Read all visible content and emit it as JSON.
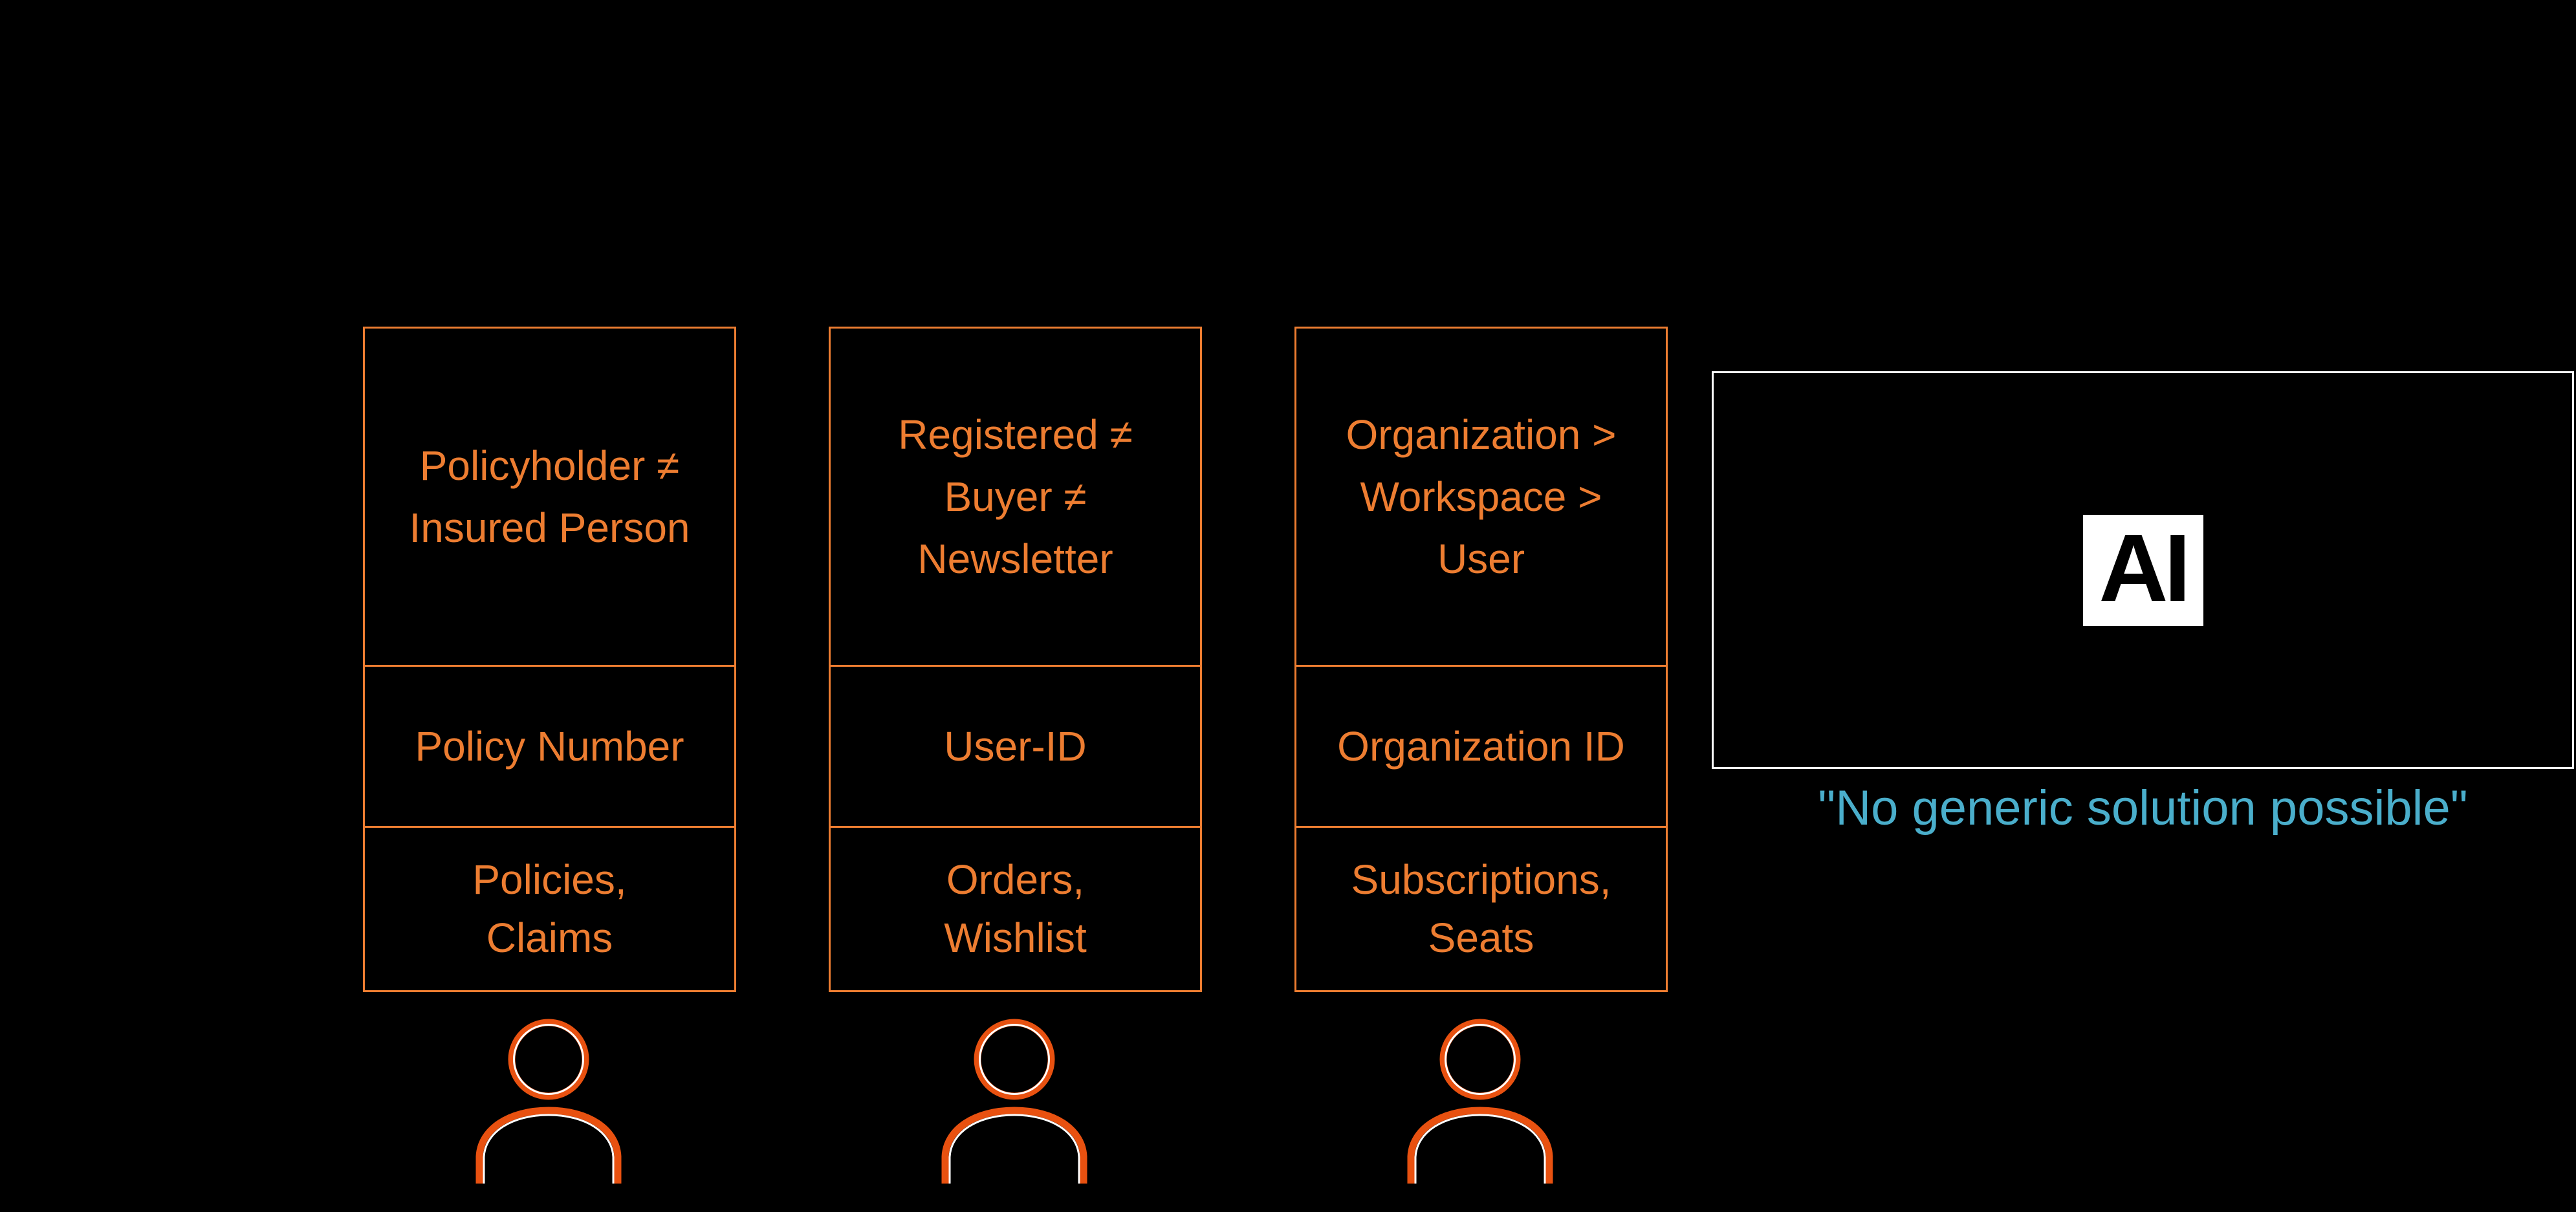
{
  "slide": {
    "background_color": "#000000",
    "description": "Three domain entity cards with person icons, contrasted with an AI panel"
  },
  "colors": {
    "card_accent": "#ED7D31",
    "person_icon_stroke": "#E85110",
    "person_icon_highlight": "#FFFFFF",
    "ai_panel_border": "#FFFFFF",
    "ai_badge_background": "#FFFFFF",
    "ai_badge_text": "#000000",
    "caption_text": "#4AAECB"
  },
  "entity_cards": [
    {
      "title_lines": [
        "Policyholder ≠",
        "Insured Person"
      ],
      "identifier": "Policy Number",
      "artifacts_lines": [
        "Policies,",
        "Claims"
      ]
    },
    {
      "title_lines": [
        "Registered ≠",
        "Buyer ≠",
        "Newsletter"
      ],
      "identifier": "User-ID",
      "artifacts_lines": [
        "Orders,",
        "Wishlist"
      ]
    },
    {
      "title_lines": [
        "Organization >",
        "Workspace >",
        "User"
      ],
      "identifier": "Organization ID",
      "artifacts_lines": [
        "Subscriptions,",
        "Seats"
      ]
    }
  ],
  "ai_panel": {
    "badge_text": "AI",
    "caption": "\"No generic solution possible\""
  }
}
